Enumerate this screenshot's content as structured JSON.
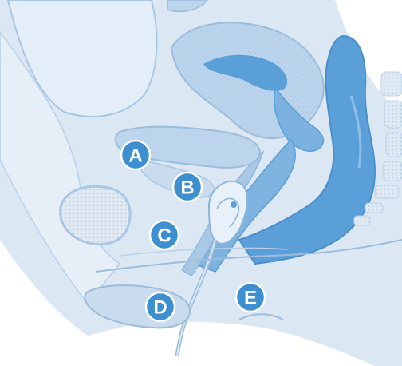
{
  "diagram": {
    "markers": [
      {
        "id": "a",
        "label": "A"
      },
      {
        "id": "b",
        "label": "B"
      },
      {
        "id": "c",
        "label": "C"
      },
      {
        "id": "d",
        "label": "D"
      },
      {
        "id": "e",
        "label": "E"
      }
    ],
    "colors": {
      "background": "#ffffff",
      "body_fill": "#dbe8f4",
      "tissue_light": "#c9dcee",
      "tissue_mid": "#a9c8e6",
      "organ_dark": "#5a9fd8",
      "outline": "#9cbcdc",
      "marker_fill": "#3d8fcf",
      "marker_text": "#ffffff"
    }
  }
}
